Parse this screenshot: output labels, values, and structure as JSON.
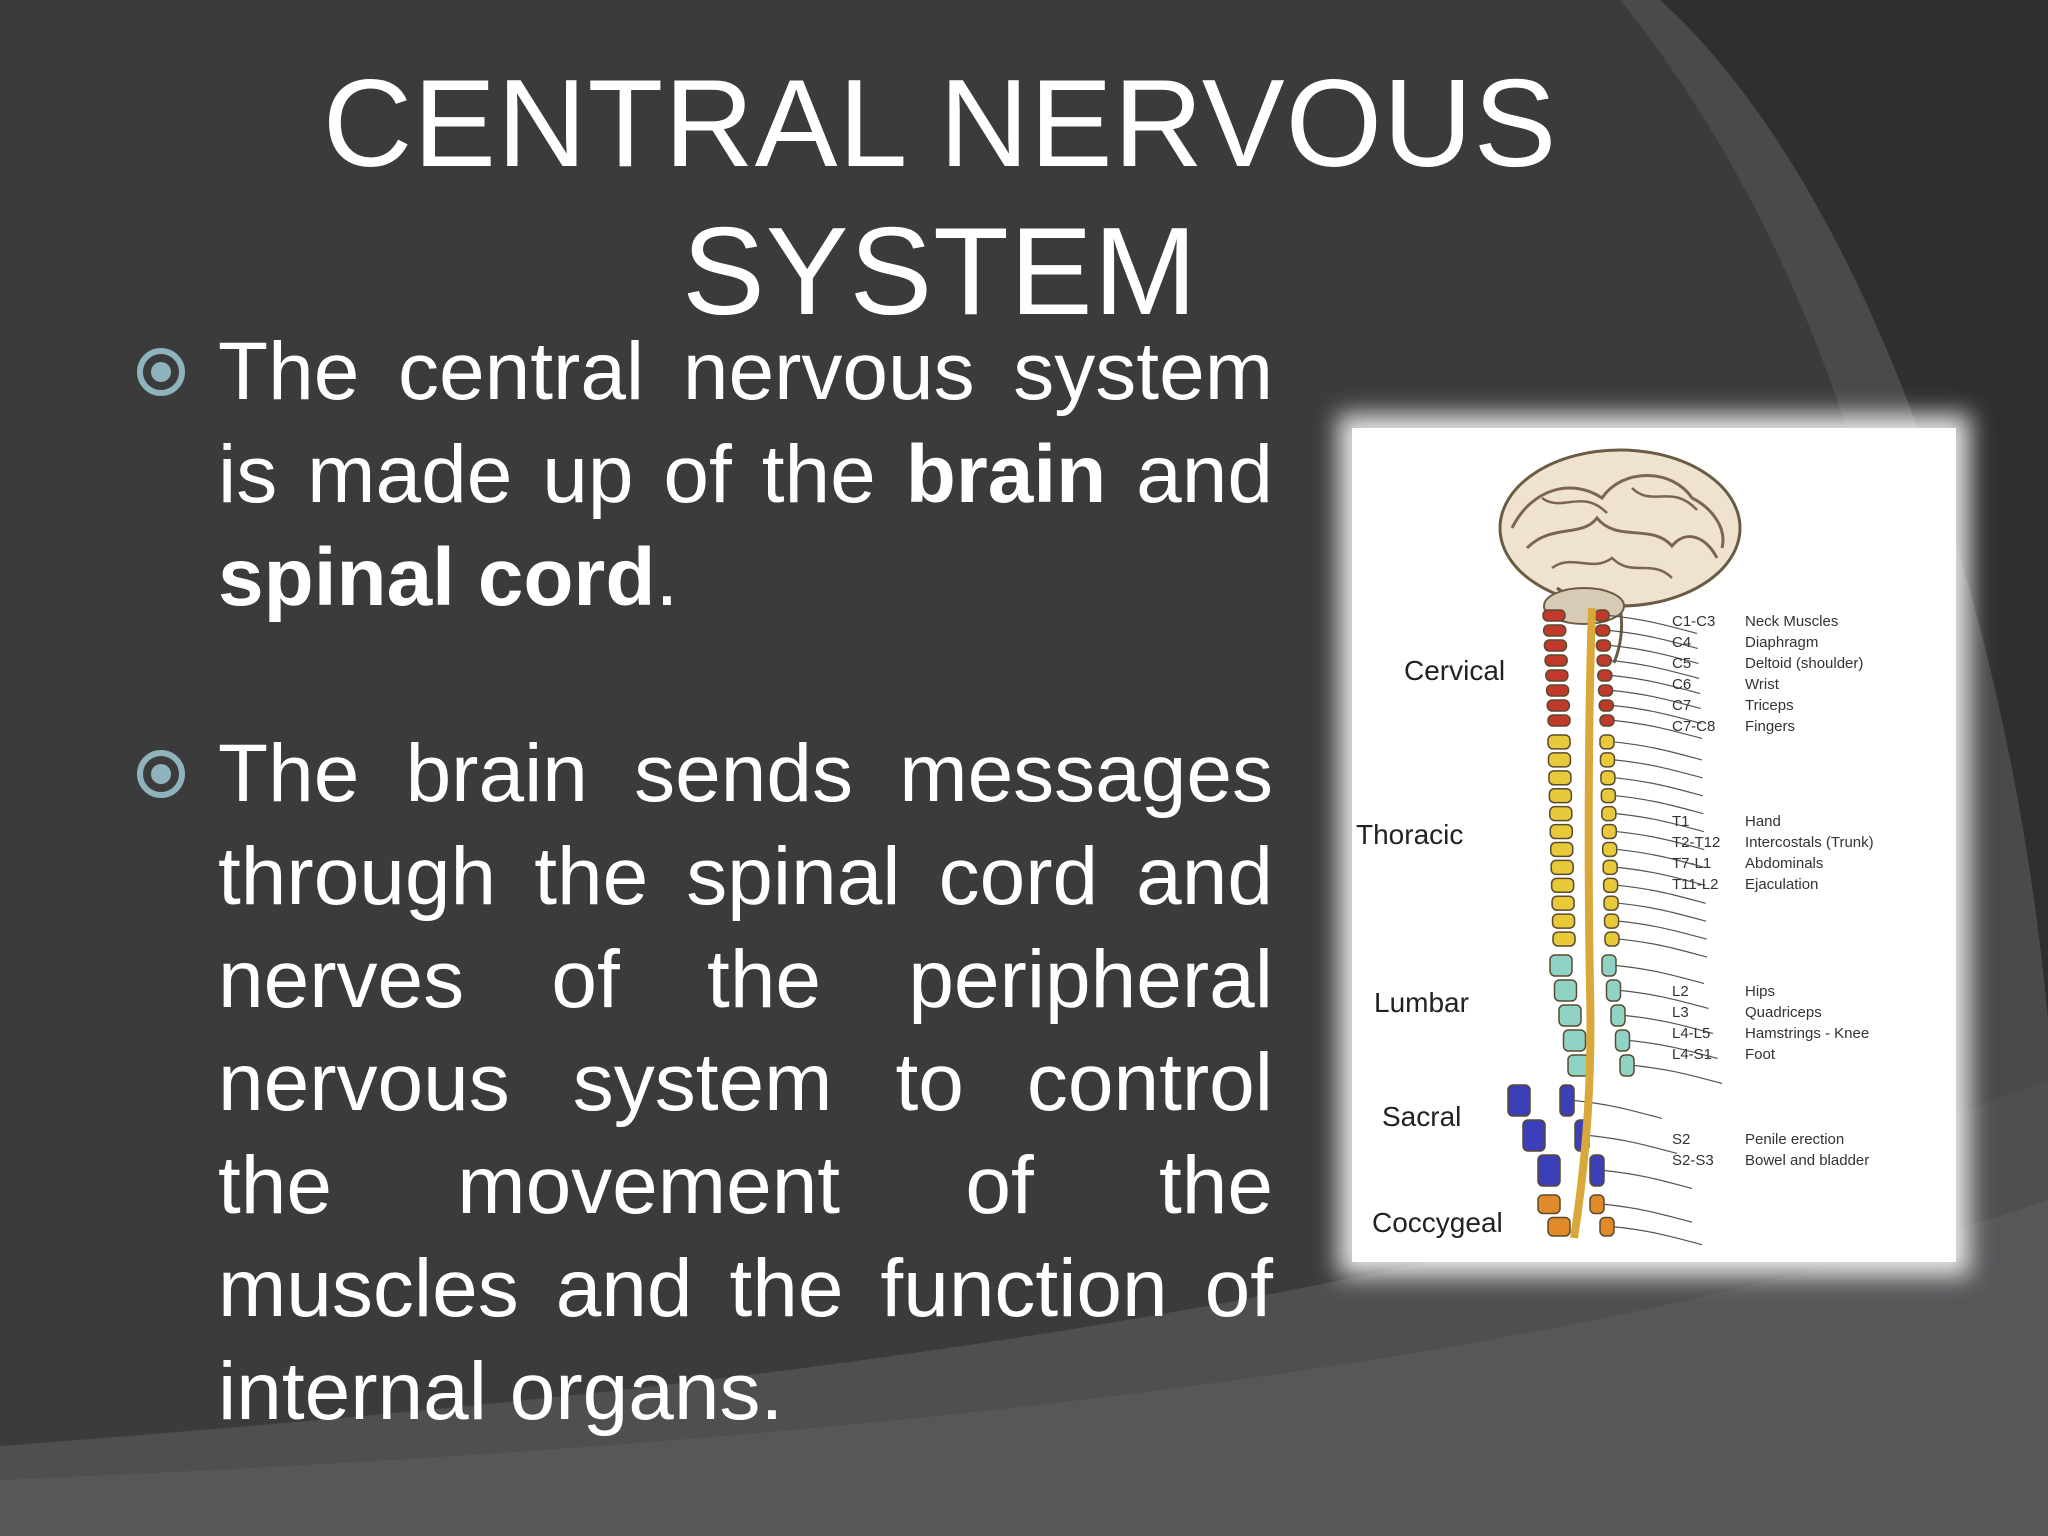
{
  "title": {
    "line1": "CENTRAL NERVOUS",
    "line2": "SYSTEM"
  },
  "bullets": [
    {
      "icon": "circle-bullet-icon",
      "text_a": "The central nervous system is made up of the ",
      "bold_a": "brain",
      "text_b": " and ",
      "bold_b": "spinal cord",
      "text_c": "."
    },
    {
      "icon": "circle-bullet-icon",
      "text": "The brain sends messages through the spinal cord and nerves of the peripheral nervous system to control the movement of the muscles and the function of internal organs."
    }
  ],
  "figure": {
    "regions": [
      "Cervical",
      "Thoracic",
      "Lumbar",
      "Sacral",
      "Coccygeal"
    ],
    "levels": [
      {
        "segment": "C1-C3",
        "function": "Neck Muscles"
      },
      {
        "segment": "C4",
        "function": "Diaphragm"
      },
      {
        "segment": "C5",
        "function": "Deltoid (shoulder)"
      },
      {
        "segment": "C6",
        "function": "Wrist"
      },
      {
        "segment": "C7",
        "function": "Triceps"
      },
      {
        "segment": "C7-C8",
        "function": "Fingers"
      },
      {
        "segment": "T1",
        "function": "Hand"
      },
      {
        "segment": "T2-T12",
        "function": "Intercostals (Trunk)"
      },
      {
        "segment": "T7-L1",
        "function": "Abdominals"
      },
      {
        "segment": "T11-L2",
        "function": "Ejaculation"
      },
      {
        "segment": "L2",
        "function": "Hips"
      },
      {
        "segment": "L3",
        "function": "Quadriceps"
      },
      {
        "segment": "L4-L5",
        "function": "Hamstrings - Knee"
      },
      {
        "segment": "L4-S1",
        "function": "Foot"
      },
      {
        "segment": "S2",
        "function": "Penile erection"
      },
      {
        "segment": "S2-S3",
        "function": "Bowel and bladder"
      }
    ]
  },
  "colors": {
    "background": "#3b3b3c",
    "bullet_accent": "#8fb3bd",
    "cervical": "#c0392b",
    "thoracic": "#e8c93a",
    "lumbar": "#8fd3c4",
    "sacral": "#3b3fb8",
    "coccygeal": "#e08a2a"
  }
}
